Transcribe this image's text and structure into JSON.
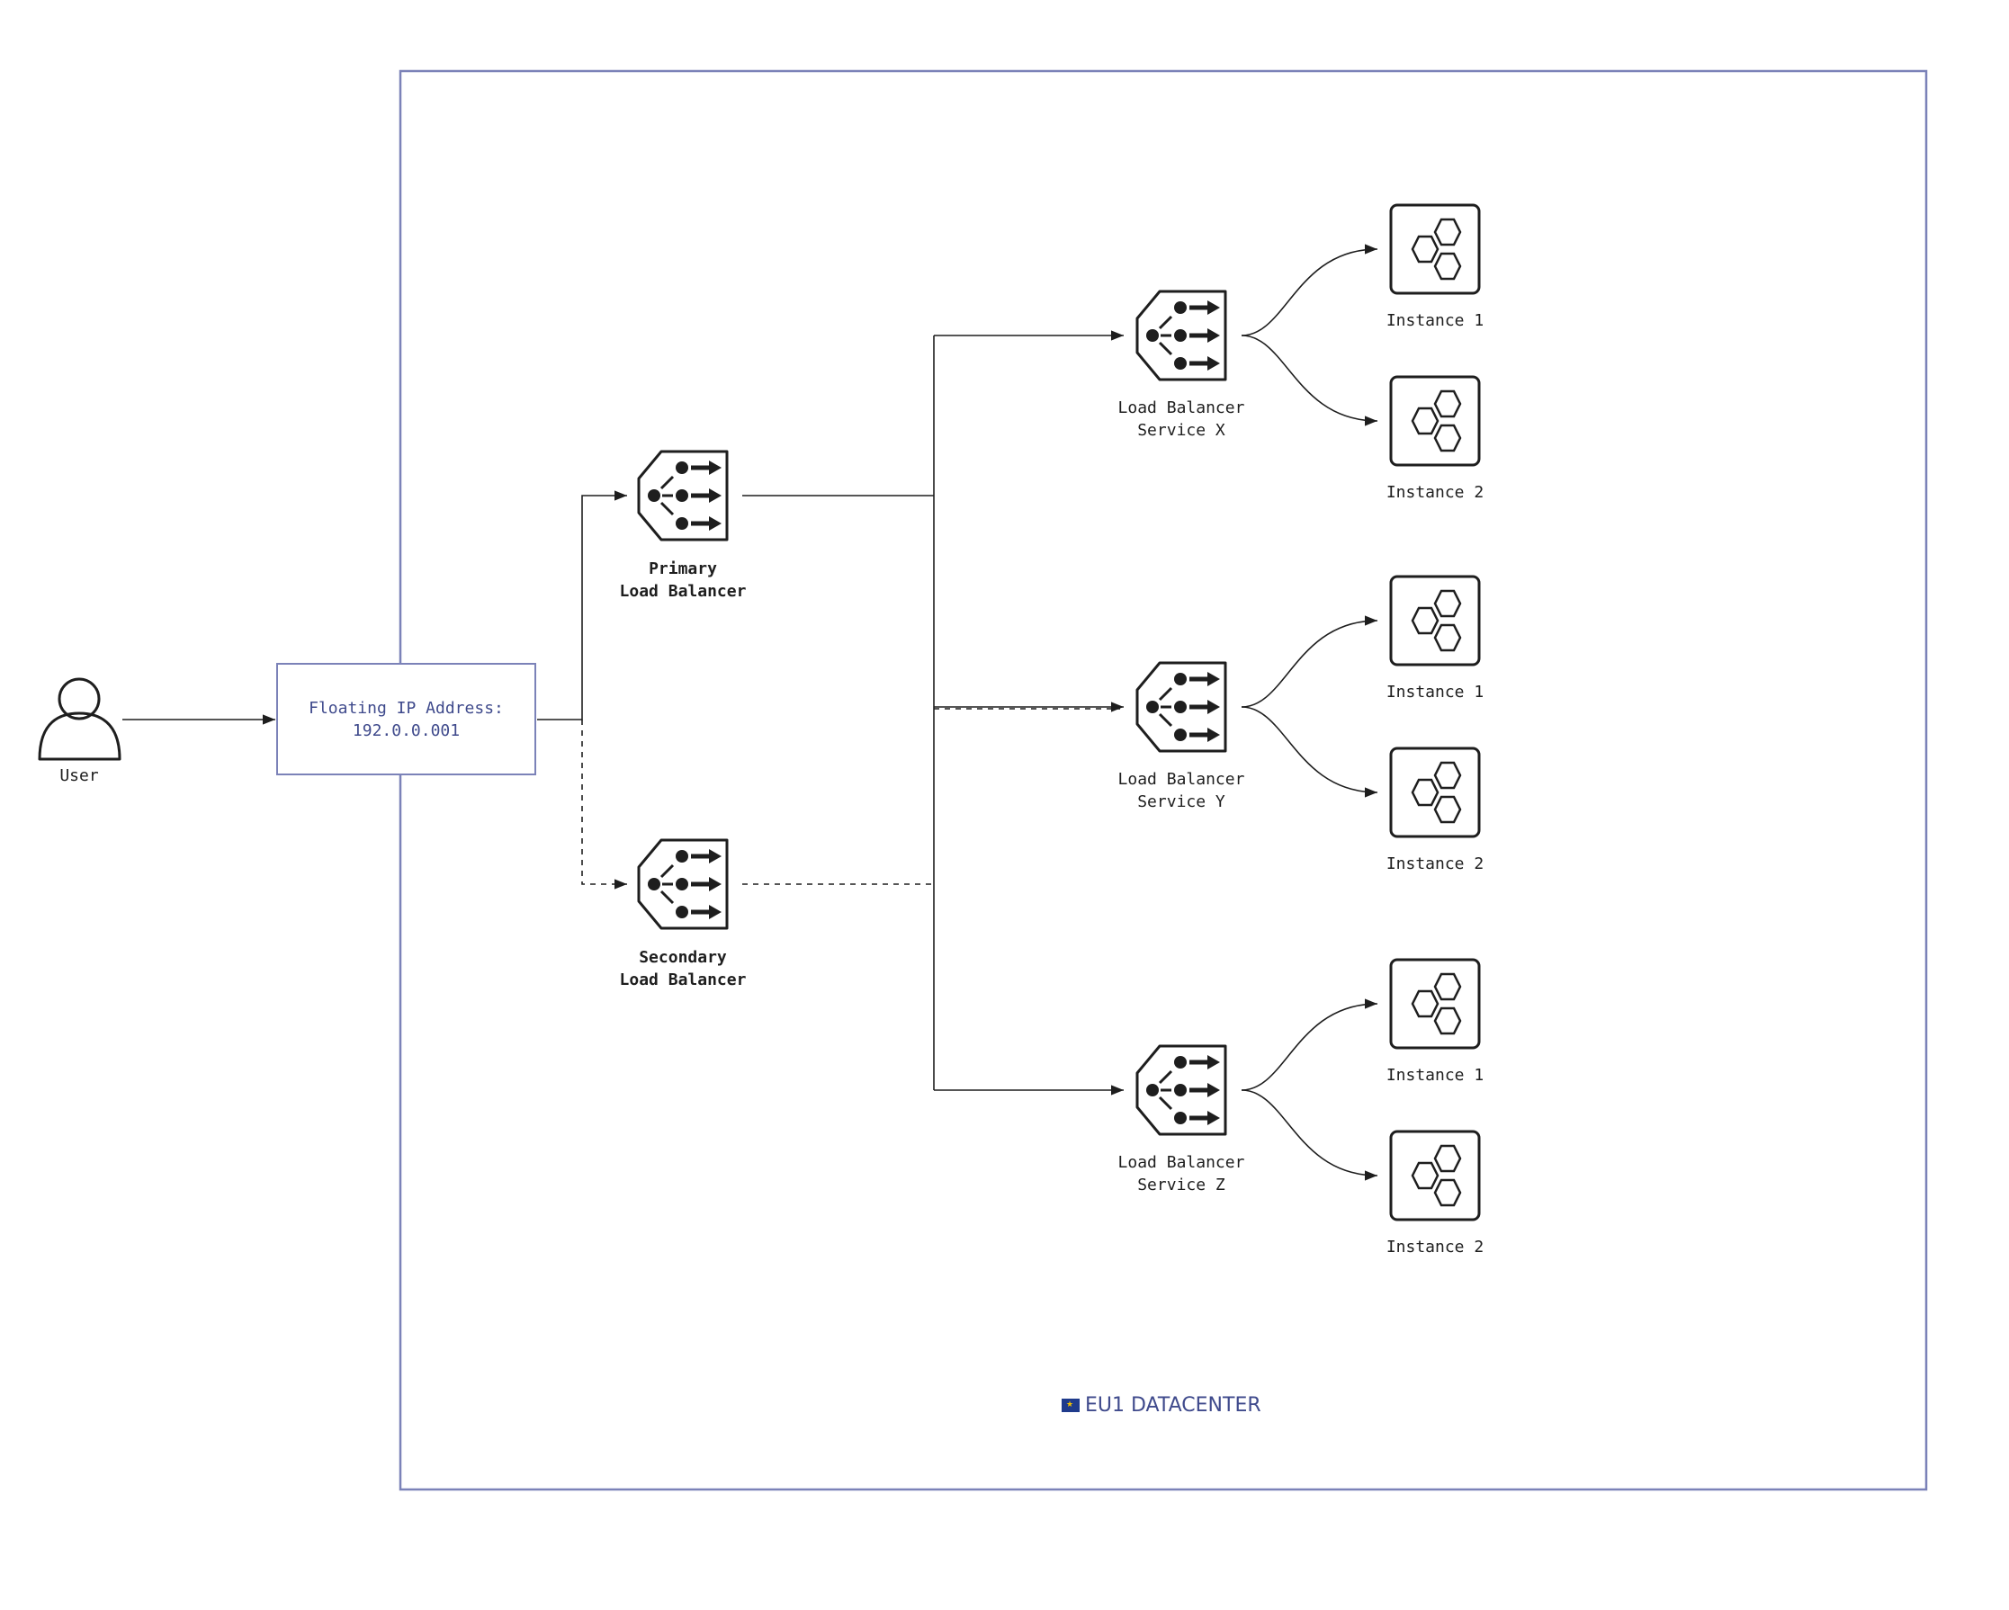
{
  "datacenter": {
    "label": "EU1 DATACENTER",
    "flag_icon": "eu-flag-icon"
  },
  "user": {
    "label": "User"
  },
  "floating_ip": {
    "line1": "Floating IP Address:",
    "line2": "192.0.0.001"
  },
  "primary_lb": {
    "line1": "Primary",
    "line2": "Load Balancer"
  },
  "secondary_lb": {
    "line1": "Secondary",
    "line2": "Load Balancer"
  },
  "services": [
    {
      "line1": "Load Balancer",
      "line2": "Service X",
      "instances": [
        "Instance 1",
        "Instance 2"
      ]
    },
    {
      "line1": "Load Balancer",
      "line2": "Service Y",
      "instances": [
        "Instance 1",
        "Instance 2"
      ]
    },
    {
      "line1": "Load Balancer",
      "line2": "Service Z",
      "instances": [
        "Instance 1",
        "Instance 2"
      ]
    }
  ],
  "colors": {
    "frame": "#7b82b8",
    "text_accent": "#3f4a8c",
    "stroke": "#1e1e1e"
  }
}
